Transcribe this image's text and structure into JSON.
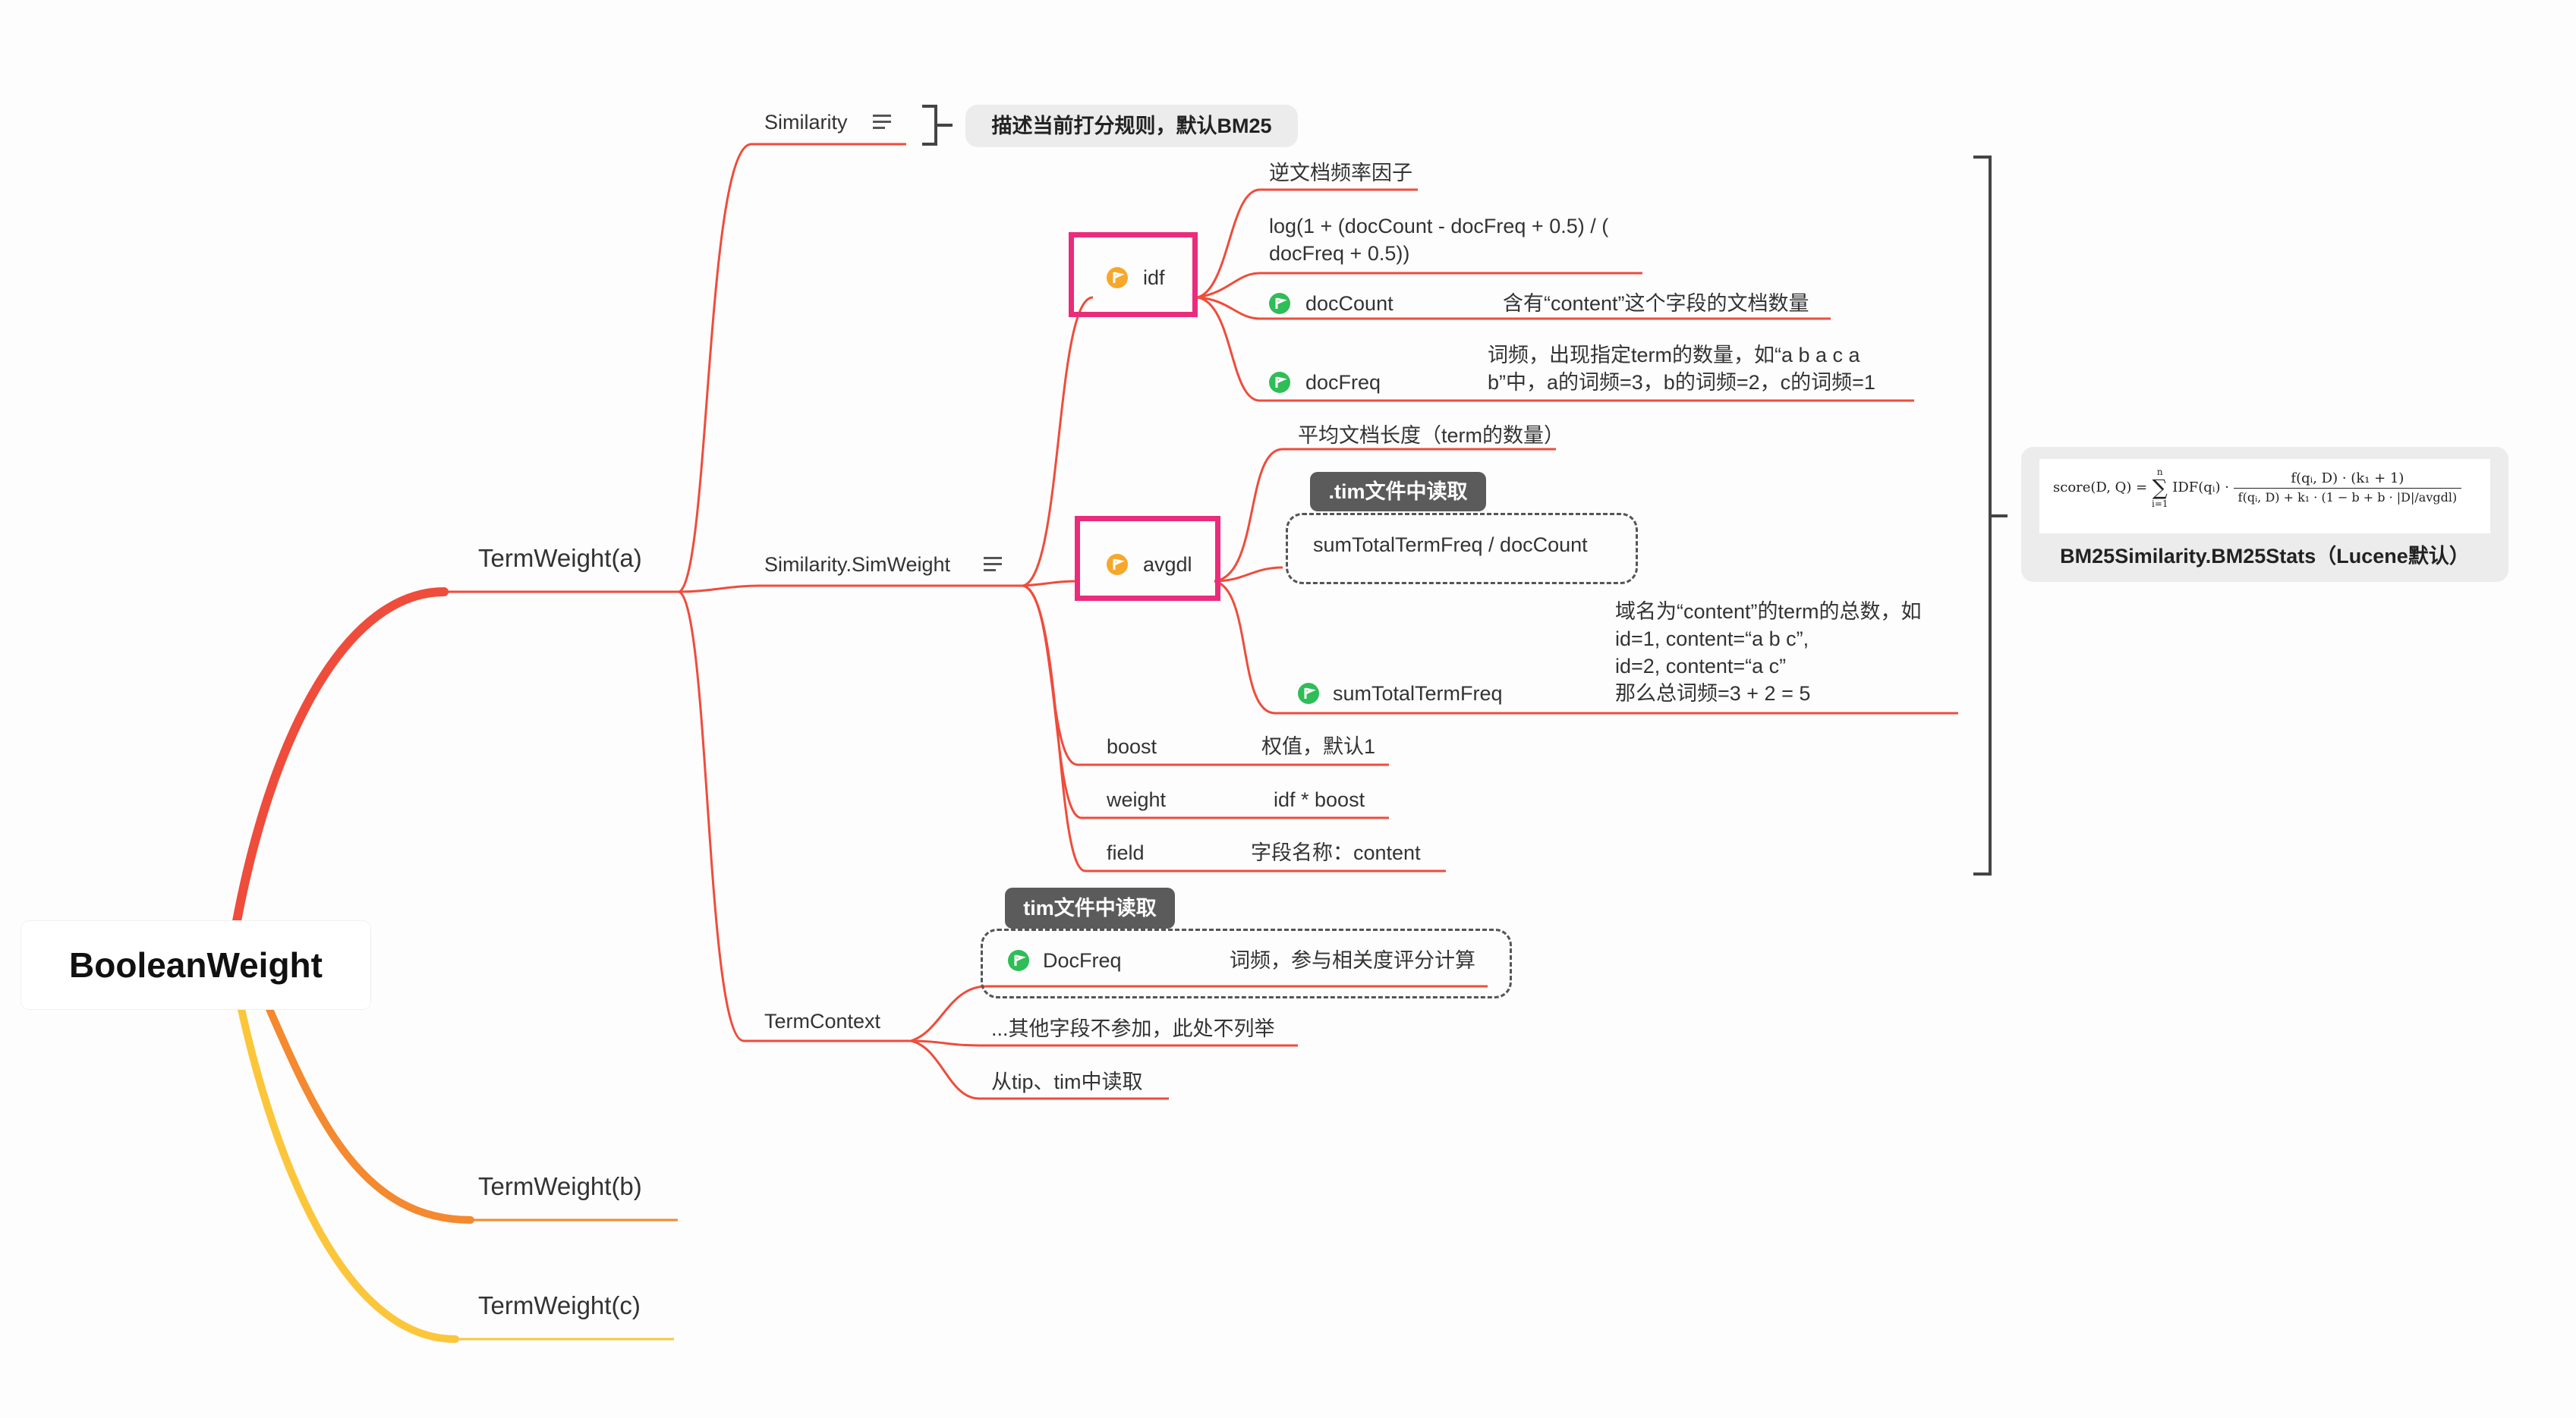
{
  "root": {
    "label": "BooleanWeight"
  },
  "colors": {
    "red": "#ef4c3c",
    "orange": "#f4892f",
    "yellow": "#fcc63a",
    "highlight": "#ea2c7b",
    "flag_orange": "#f7a72a",
    "flag_green": "#2fbd57"
  },
  "branches": {
    "a": {
      "label": "TermWeight(a)"
    },
    "b": {
      "label": "TermWeight(b)"
    },
    "c": {
      "label": "TermWeight(c)"
    }
  },
  "similarity": {
    "label": "Similarity",
    "note": "描述当前打分规则，默认BM25"
  },
  "simweight": {
    "label": "Similarity.SimWeight",
    "idf": {
      "label": "idf",
      "desc": "逆文档频率因子",
      "formula": "log(1 + (docCount - docFreq + 0.5) / ( docFreq + 0.5))",
      "docCount": {
        "label": "docCount",
        "desc": "含有“content”这个字段的文档数量"
      },
      "docFreq": {
        "label": "docFreq",
        "desc": "词频，出现指定term的数量，如“a b a c a b”中，a的词频=3，b的词频=2，c的词频=1"
      }
    },
    "avgdl": {
      "label": "avgdl",
      "desc": "平均文档长度（term的数量）",
      "tag": ".tim文件中读取",
      "formula": "sumTotalTermFreq / docCount",
      "sumTotalTermFreq": {
        "label": "sumTotalTermFreq",
        "desc_lines": [
          "域名为“content”的term的总数，如",
          "id=1, content=“a b c”,",
          "id=2, content=“a c”",
          "那么总词频=3 + 2 = 5"
        ]
      }
    },
    "boost": {
      "label": "boost",
      "desc": "权值，默认1"
    },
    "weight": {
      "label": "weight",
      "desc": "idf * boost"
    },
    "field": {
      "label": "field",
      "desc": "字段名称：content"
    },
    "summary": {
      "caption": "BM25Similarity.BM25Stats（Lucene默认）",
      "formula_left": "score(D, Q) = ",
      "formula_sum": "∑",
      "formula_sum_top": "n",
      "formula_sum_bottom": "i=1",
      "formula_idf": "IDF(qᵢ) ·",
      "formula_num": "f(qᵢ, D) · (k₁ + 1)",
      "formula_den": "f(qᵢ, D) + k₁ · (1 − b + b · |D|/avgdl)"
    }
  },
  "termcontext": {
    "label": "TermContext",
    "tag": "tim文件中读取",
    "docfreq": {
      "label": "DocFreq",
      "desc": "词频，参与相关度评分计算"
    },
    "others": "...其他字段不参加，此处不列举",
    "source": "从tip、tim中读取"
  }
}
